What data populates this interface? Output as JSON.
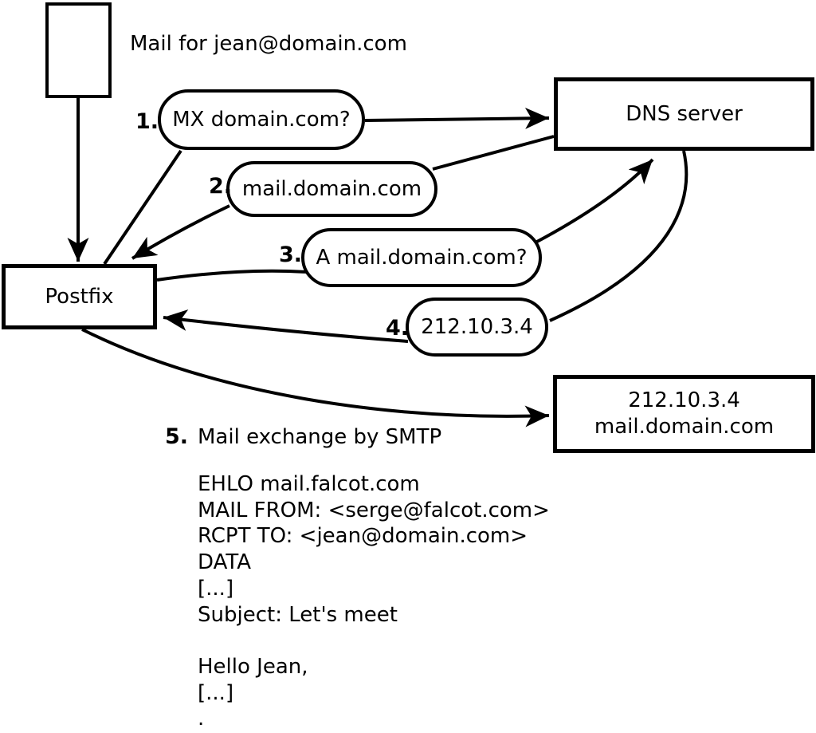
{
  "diagram": {
    "annotation": "Mail for jean@domain.com",
    "nodes": {
      "postfix": "Postfix",
      "dns": "DNS server",
      "mail_server": {
        "line1": "212.10.3.4",
        "line2": "mail.domain.com"
      }
    },
    "steps": [
      {
        "number": "1.",
        "label": "MX domain.com?"
      },
      {
        "number": "2.",
        "label": "mail.domain.com"
      },
      {
        "number": "3.",
        "label": "A mail.domain.com?"
      },
      {
        "number": "4.",
        "label": "212.10.3.4"
      },
      {
        "number": "5.",
        "label": "Mail exchange by SMTP"
      }
    ],
    "smtp_session": {
      "lines": [
        "EHLO mail.falcot.com",
        "MAIL FROM: <serge@falcot.com>",
        "RCPT TO: <jean@domain.com>",
        "DATA",
        "[...]",
        "Subject: Let's meet",
        "",
        "Hello Jean,",
        "[...]",
        "."
      ]
    },
    "colors": {
      "stroke": "#000000",
      "background": "#ffffff"
    }
  }
}
